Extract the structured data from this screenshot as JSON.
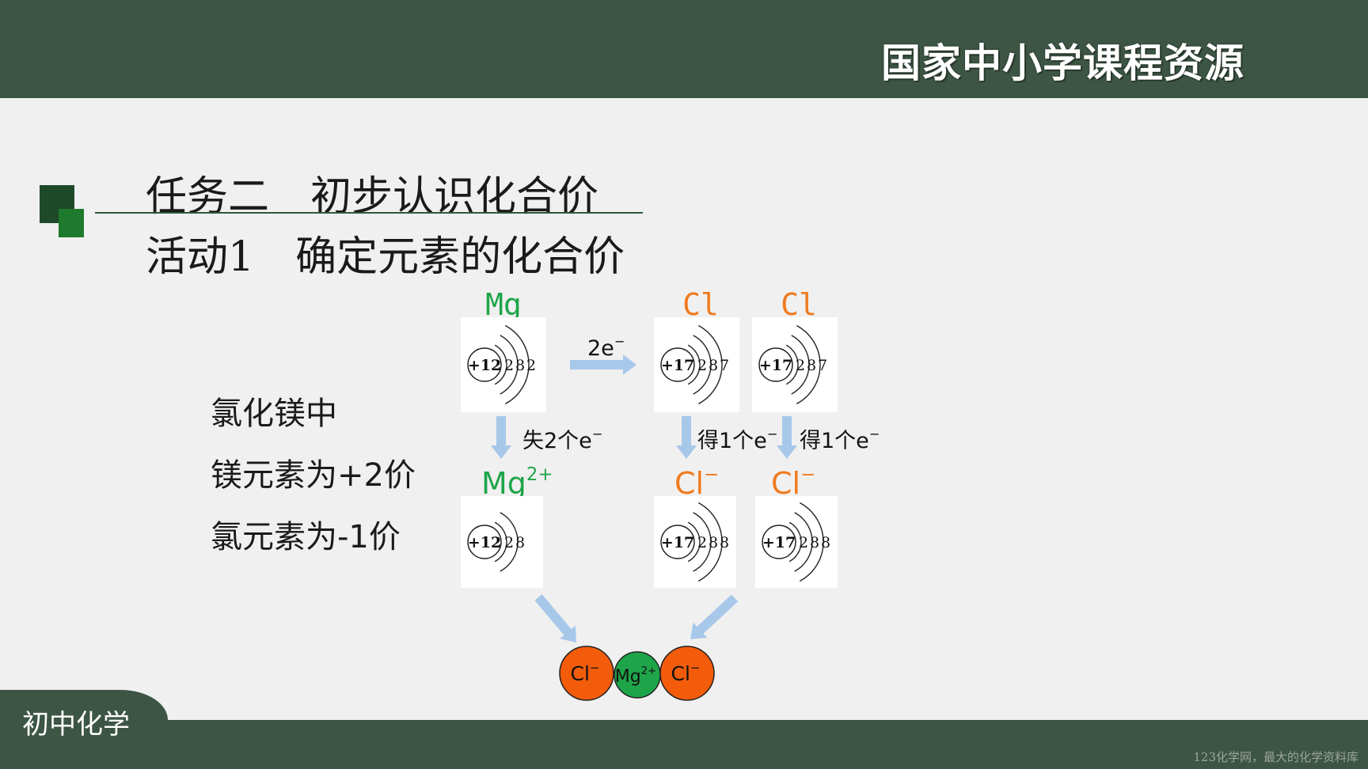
{
  "header": {
    "brand": "国家中小学课程资源"
  },
  "slide": {
    "title": "任务二　初步认识化合价",
    "subtitle": "活动1　确定元素的化合价",
    "notes": [
      "氯化镁中",
      "镁元素为+2价",
      "氯元素为-1价"
    ]
  },
  "diagram": {
    "atoms": [
      {
        "symbol": "Mg",
        "nucleus": "+12",
        "shells": [
          "2",
          "8",
          "2"
        ],
        "color": "#1ea54a"
      },
      {
        "symbol": "Cl",
        "nucleus": "+17",
        "shells": [
          "2",
          "8",
          "7"
        ],
        "color": "#f07a1e"
      },
      {
        "symbol": "Cl",
        "nucleus": "+17",
        "shells": [
          "2",
          "8",
          "7"
        ],
        "color": "#f07a1e"
      }
    ],
    "transfer_label": "2e",
    "transfer_sup": "−",
    "steps": [
      {
        "text": "失2个e",
        "sup": "−"
      },
      {
        "text": "得1个e",
        "sup": "−"
      },
      {
        "text": "得1个e",
        "sup": "−"
      }
    ],
    "ions": [
      {
        "symbol": "Mg",
        "charge": "2+",
        "nucleus": "+12",
        "shells": [
          "2",
          "8"
        ],
        "color": "#1ea54a"
      },
      {
        "symbol": "Cl",
        "charge": "−",
        "nucleus": "+17",
        "shells": [
          "2",
          "8",
          "8"
        ],
        "color": "#f07a1e"
      },
      {
        "symbol": "Cl",
        "charge": "−",
        "nucleus": "+17",
        "shells": [
          "2",
          "8",
          "8"
        ],
        "color": "#f07a1e"
      }
    ],
    "compound": [
      {
        "symbol": "Cl",
        "charge": "−",
        "fill": "#f25c0a"
      },
      {
        "symbol": "Mg",
        "charge": "2+",
        "fill": "#1ea54a"
      },
      {
        "symbol": "Cl",
        "charge": "−",
        "fill": "#f25c0a"
      }
    ],
    "arrow_color": "#a8c8ea"
  },
  "footer": {
    "subject": "初中化学",
    "watermark": "123化学网，最大的化学资料库"
  }
}
